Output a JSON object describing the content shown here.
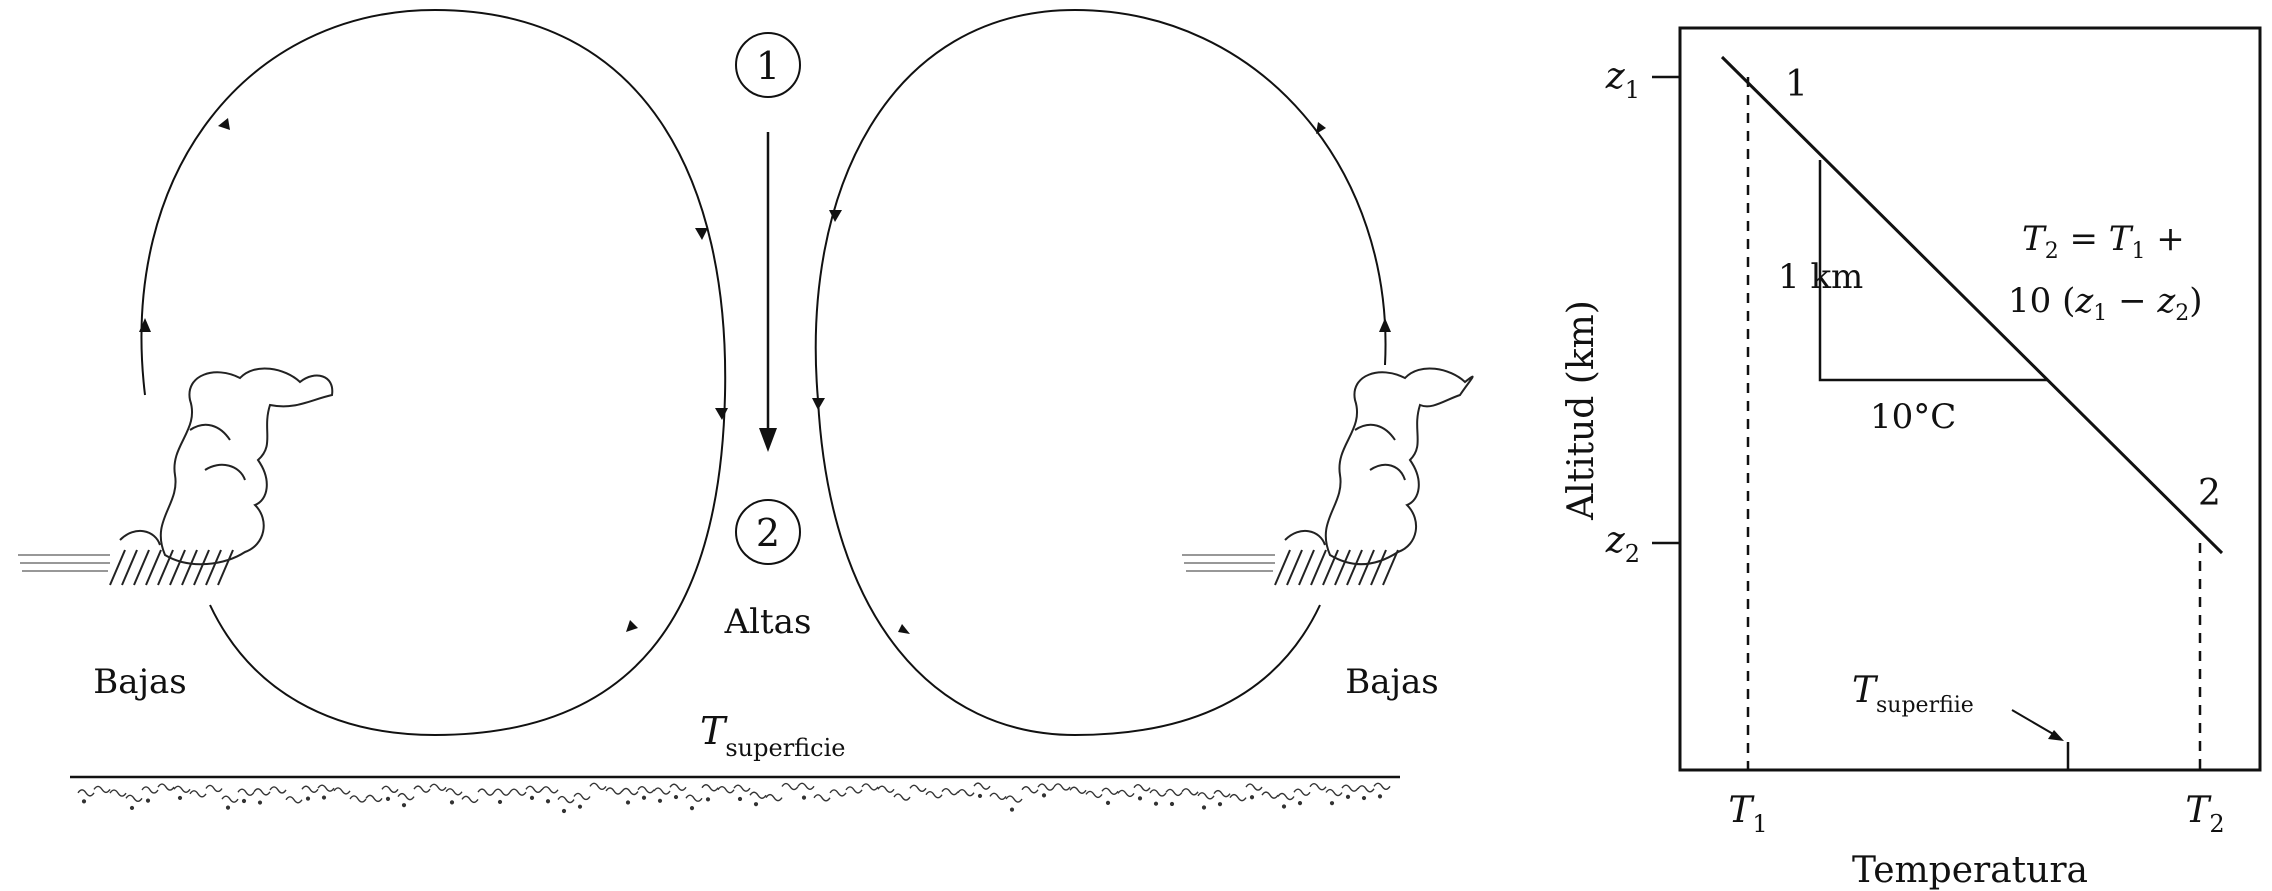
{
  "left_diagram": {
    "point_1": "1",
    "point_2": "2",
    "high_label": "Altas",
    "low_left_label": "Bajas",
    "low_right_label": "Bajas",
    "surface_symbol": "T",
    "surface_subscript": "superficie"
  },
  "right_graph": {
    "ylabel": "Altitud (km)",
    "xlabel": "Temperatura",
    "z1_symbol": "z",
    "z1_sub": "1",
    "z2_symbol": "z",
    "z2_sub": "2",
    "t1_symbol": "T",
    "t1_sub": "1",
    "t2_symbol": "T",
    "t2_sub": "2",
    "point_1": "1",
    "point_2": "2",
    "slope_vertical": "1 km",
    "slope_horizontal": "10°C",
    "eq_line1_T2": "T",
    "eq_line1_sub2": "2",
    "eq_line1_mid": " = ",
    "eq_line1_T1": "T",
    "eq_line1_sub1": "1",
    "eq_line1_end": " +",
    "eq_line2_start": "10 (",
    "eq_line2_z1": "z",
    "eq_line2_sub1": "1",
    "eq_line2_minus": " − ",
    "eq_line2_z2": "z",
    "eq_line2_sub2": "2",
    "eq_line2_end": ")",
    "surface_symbol": "T",
    "surface_subscript": "superfiie"
  }
}
